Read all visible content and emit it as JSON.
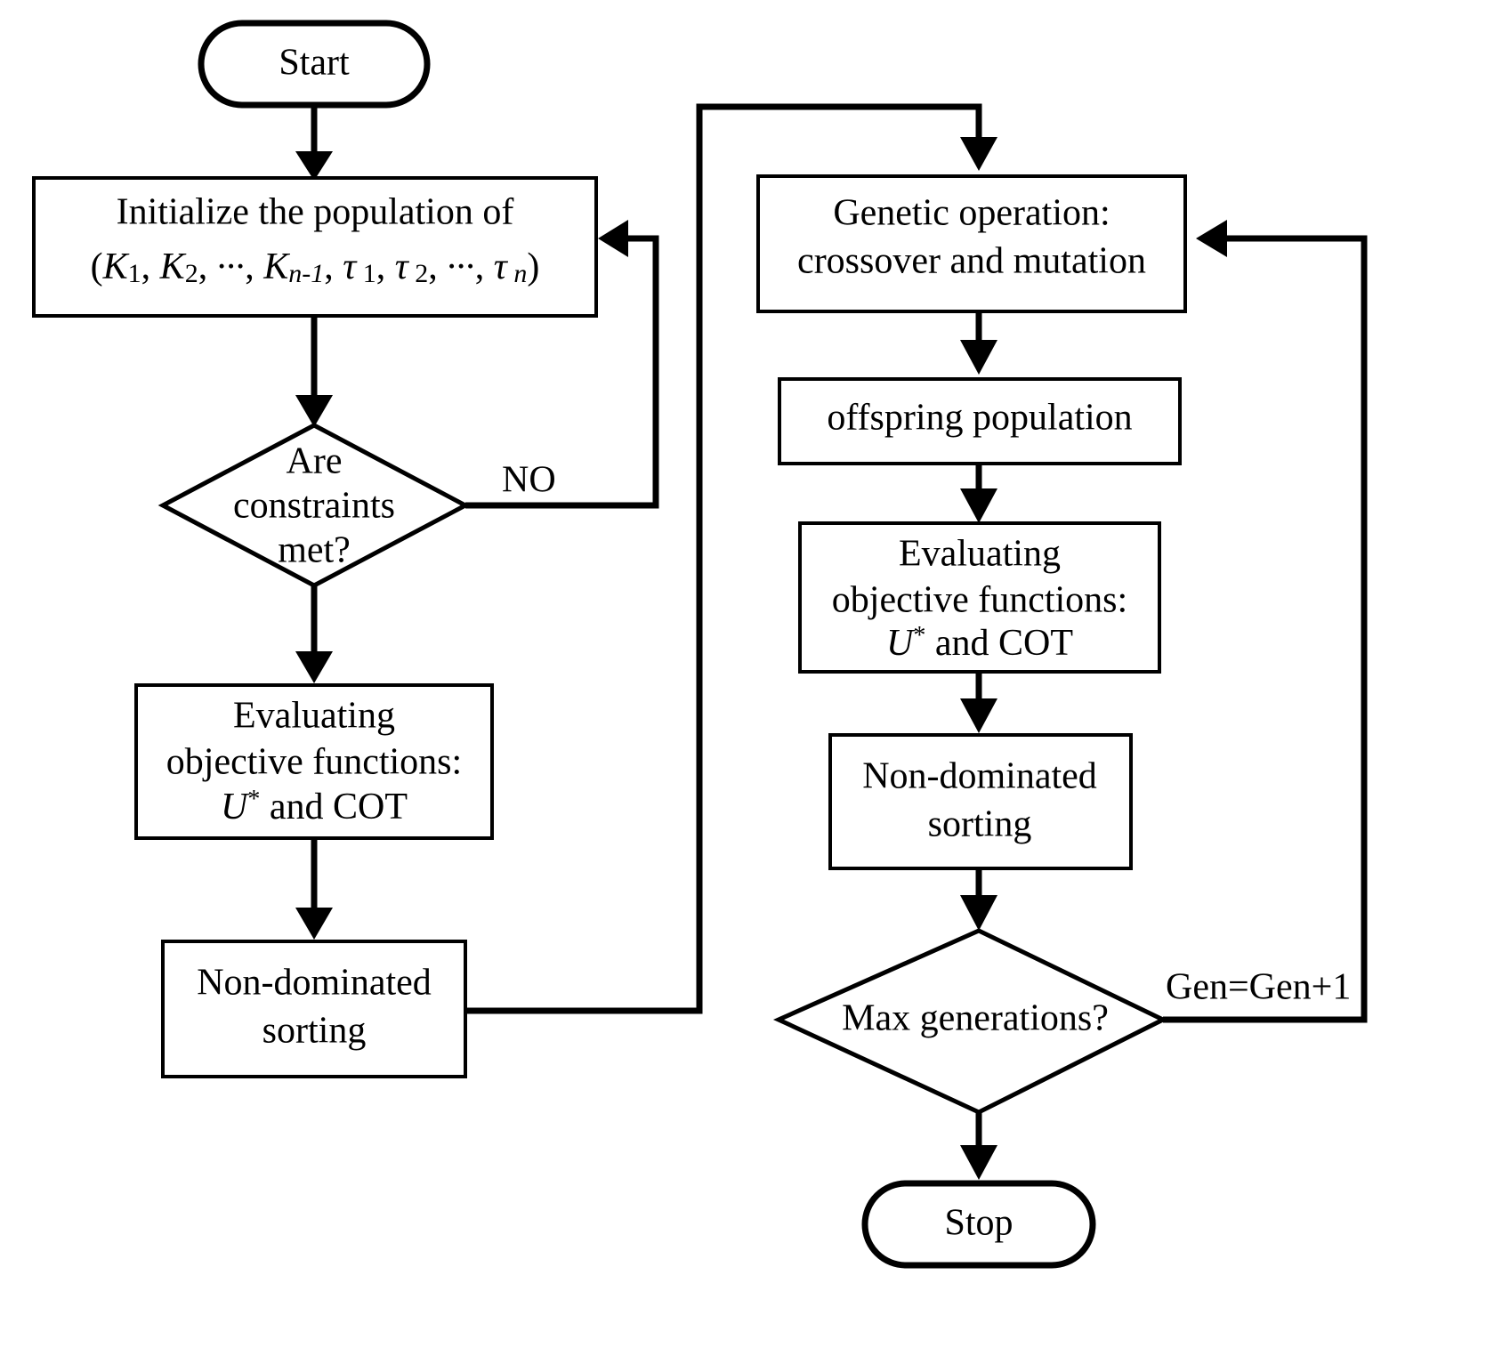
{
  "diagram": {
    "title": "NSGA-II multi-objective optimization flowchart",
    "type": "flowchart",
    "background_color": "#ffffff",
    "stroke_color": "#000000",
    "text_color": "#000000"
  },
  "nodes": {
    "start": {
      "shape": "terminal",
      "label": "Start"
    },
    "initialize": {
      "shape": "process",
      "line1": "Initialize the population of",
      "line2_prefix": "(",
      "line2_k1": "K",
      "line2_k1_sub": "1",
      "line2_sep1": ", ",
      "line2_k2": "K",
      "line2_k2_sub": "2",
      "line2_sep2": ", ",
      "line2_dots1": "∙∙∙",
      "line2_sep3": ", ",
      "line2_kn": "K",
      "line2_kn_sub": "n-1",
      "line2_sep4": ",   ",
      "line2_tau1": "τ",
      "line2_tau1_sub": " 1",
      "line2_sep5": ",   ",
      "line2_tau2": "τ",
      "line2_tau2_sub": " 2",
      "line2_sep6": ", ",
      "line2_dots2": "∙∙∙",
      "line2_sep7": ",   ",
      "line2_taun": "τ",
      "line2_taun_sub": " n",
      "line2_suffix": ")"
    },
    "constraints_decision": {
      "shape": "decision",
      "line1": "Are",
      "line2": "constraints",
      "line3": "met?"
    },
    "evaluate_left": {
      "shape": "process",
      "line1": "Evaluating",
      "line2": "objective functions:",
      "line3_u": "U",
      "line3_star": "*",
      "line3_rest": " and COT"
    },
    "nondominated_left": {
      "shape": "process",
      "line1": "Non-dominated",
      "line2": "sorting"
    },
    "genetic_operation": {
      "shape": "process",
      "line1": "Genetic operation:",
      "line2": "crossover and mutation"
    },
    "offspring": {
      "shape": "process",
      "line1": "offspring population"
    },
    "evaluate_right": {
      "shape": "process",
      "line1": "Evaluating",
      "line2": "objective functions:",
      "line3_u": "U",
      "line3_star": "*",
      "line3_rest": " and COT"
    },
    "nondominated_right": {
      "shape": "process",
      "line1": "Non-dominated",
      "line2": "sorting"
    },
    "max_generations_decision": {
      "shape": "decision",
      "line1": "Max generations?"
    },
    "stop": {
      "shape": "terminal",
      "label": "Stop"
    }
  },
  "edge_labels": {
    "constraints_no": "NO",
    "generation_increment": "Gen=Gen+1"
  }
}
